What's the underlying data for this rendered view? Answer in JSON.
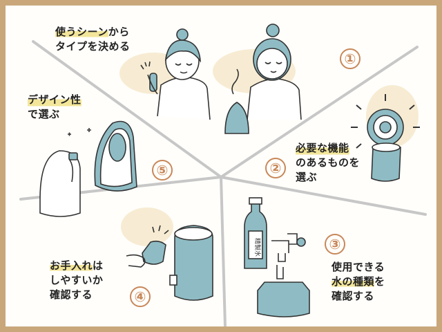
{
  "sections": [
    {
      "number": "①",
      "lines": [
        "使うシーンから",
        "タイプを決める"
      ],
      "highlight": "使うシーン"
    },
    {
      "number": "②",
      "lines": [
        "必要な機能",
        "のあるものを",
        "選ぶ"
      ],
      "highlight": "必要な機能"
    },
    {
      "number": "③",
      "lines": [
        "使用できる",
        "水の種類を",
        "確認する"
      ],
      "highlight": "水の種類"
    },
    {
      "number": "④",
      "lines": [
        "お手入れは",
        "しやすいか",
        "確認する"
      ],
      "highlight": "お手入れ"
    },
    {
      "number": "⑤",
      "lines": [
        "デザイン性",
        "で選ぶ"
      ],
      "highlight": "デザイン性"
    }
  ],
  "bottle_label": "精製水",
  "colors": {
    "frame": "#c9a77b",
    "number": "#c88759",
    "highlight": "#f3e69a",
    "teal": "#8fbcc4",
    "blob": "#f7ecd3"
  }
}
